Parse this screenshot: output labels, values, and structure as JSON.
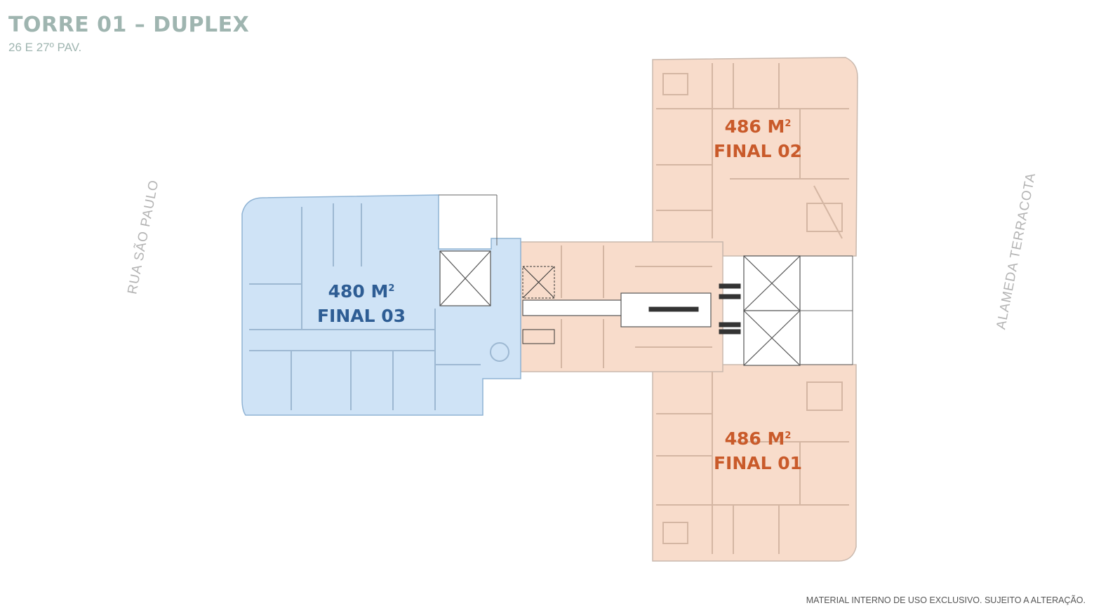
{
  "header": {
    "title": "TORRE 01 – DUPLEX",
    "subtitle": "26 E 27º PAV."
  },
  "streets": {
    "left": "RUA SÃO PAULO",
    "right": "ALAMEDA TERRACOTA"
  },
  "units": [
    {
      "area": "480 M",
      "area_sup": "2",
      "name": "FINAL 03",
      "color": "#2e5d94",
      "fill": "#cfe3f6"
    },
    {
      "area": "486 M",
      "area_sup": "2",
      "name": "FINAL 02",
      "color": "#c95a2a",
      "fill": "#f8dccb"
    },
    {
      "area": "486 M",
      "area_sup": "2",
      "name": "FINAL 01",
      "color": "#c95a2a",
      "fill": "#f8dccb"
    }
  ],
  "footer": {
    "disclaimer": "MATERIAL INTERNO DE USO EXCLUSIVO. SUJEITO A ALTERAÇÃO."
  }
}
